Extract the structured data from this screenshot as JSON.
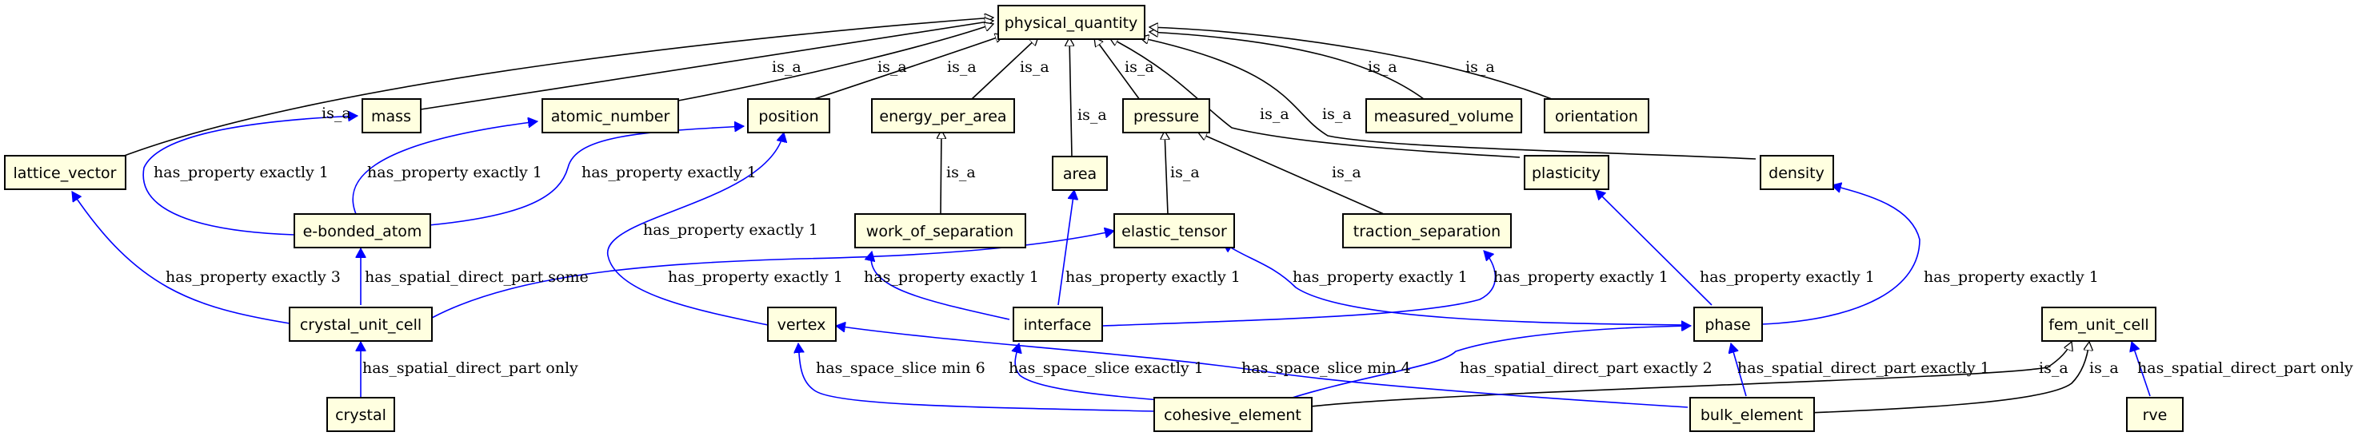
{
  "colors": {
    "isa": "#000000",
    "property": "#0000ff",
    "node_fill": "#ffffe0"
  },
  "nodes": {
    "physical_quantity": "physical_quantity",
    "lattice_vector": "lattice_vector",
    "mass": "mass",
    "atomic_number": "atomic_number",
    "position": "position",
    "energy_per_area": "energy_per_area",
    "area": "area",
    "pressure": "pressure",
    "measured_volume": "measured_volume",
    "orientation": "orientation",
    "plasticity": "plasticity",
    "density": "density",
    "e_bonded_atom": "e-bonded_atom",
    "work_of_separation": "work_of_separation",
    "elastic_tensor": "elastic_tensor",
    "traction_separation": "traction_separation",
    "crystal_unit_cell": "crystal_unit_cell",
    "vertex": "vertex",
    "interface": "interface",
    "phase": "phase",
    "fem_unit_cell": "fem_unit_cell",
    "crystal": "crystal",
    "cohesive_element": "cohesive_element",
    "bulk_element": "bulk_element",
    "rve": "rve"
  },
  "edge_labels": {
    "mass_isa": "is_a",
    "atomic_isa": "is_a",
    "position_isa": "is_a",
    "energy_isa": "is_a",
    "area_isa": "is_a",
    "pressure_isa": "is_a",
    "measured_isa": "is_a",
    "orientation_isa": "is_a",
    "plasticity_isa": "is_a",
    "density_isa": "is_a",
    "work_isa": "is_a",
    "elastic_isa": "is_a",
    "traction_isa": "is_a",
    "cohesive_fem_isa": "is_a",
    "bulk_fem_isa": "is_a",
    "ebonded_mass": "has_property exactly 1",
    "ebonded_atomic": "has_property exactly 1",
    "ebonded_position": "has_property exactly 1",
    "vertex_position": "has_property exactly 1",
    "cuc_lattice": "has_property exactly 3",
    "cuc_ebonded": "has_spatial_direct_part some",
    "cuc_elastic": "has_property exactly 1",
    "interface_work": "has_property exactly 1",
    "interface_area": "has_property exactly 1",
    "phase_elastic": "has_property exactly 1",
    "interface_traction": "has_property exactly 1",
    "phase_plasticity": "has_property exactly 1",
    "phase_density": "has_property exactly 1",
    "crystal_cuc": "has_spatial_direct_part only",
    "cohesive_vertex": "has_space_slice min 6",
    "cohesive_interface": "has_space_slice exactly 1",
    "bulk_vertex": "has_space_slice min 4",
    "cohesive_phase": "has_spatial_direct_part exactly 2",
    "bulk_phase": "has_spatial_direct_part exactly 1",
    "rve_fem": "has_spatial_direct_part only"
  }
}
